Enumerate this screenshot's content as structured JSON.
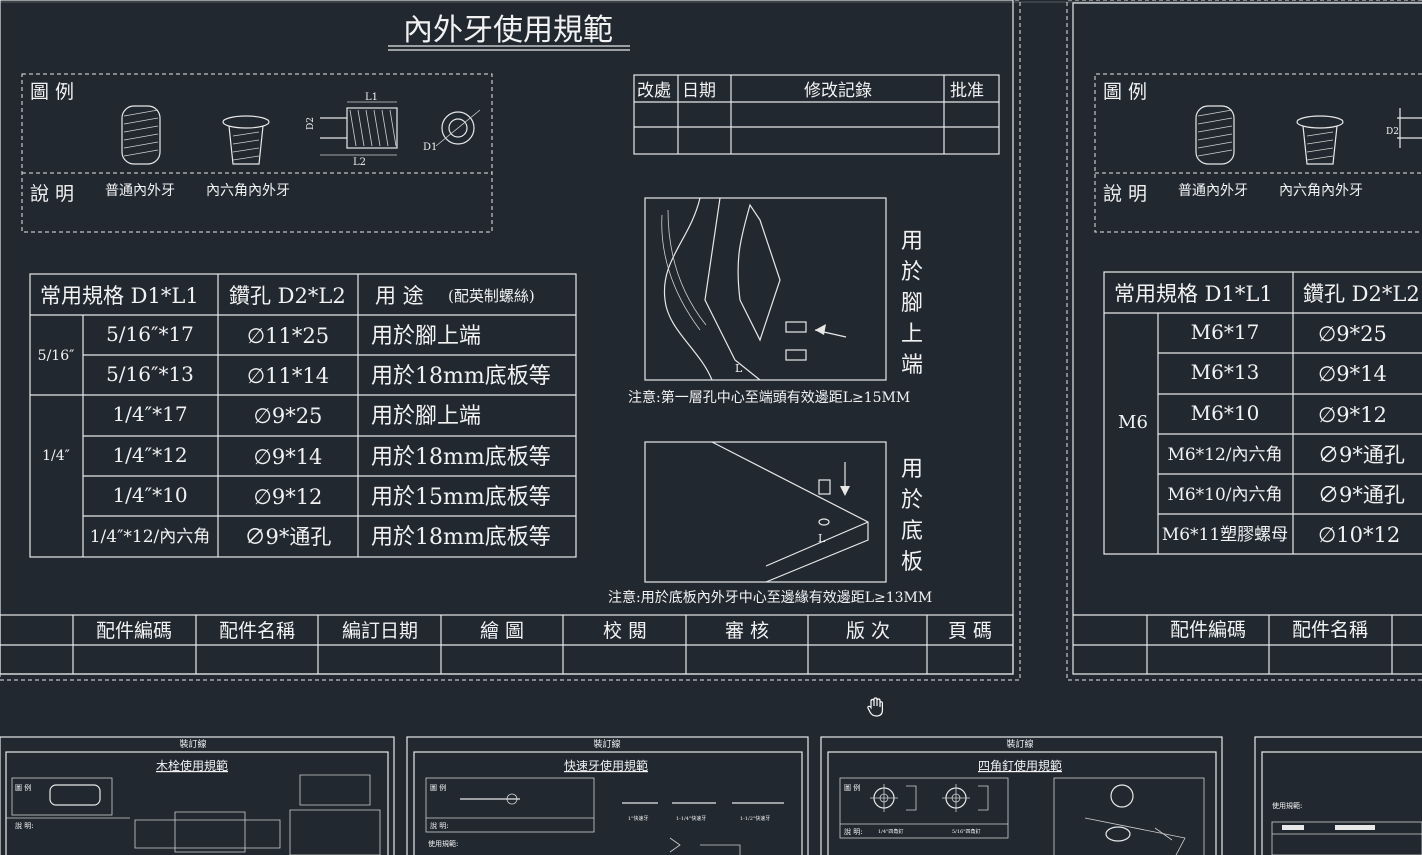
{
  "sheet_main": {
    "title": "內外牙使用規範",
    "legend": {
      "label": "圖  例",
      "desc_label": "說  明",
      "item1": "普通內外牙",
      "item2": "內六角內外牙",
      "dim_l1": "L1",
      "dim_l2": "L2",
      "dim_d1": "D1",
      "dim_d2": "D2"
    },
    "revision_table": {
      "headers": [
        "改處",
        "日期",
        "修改記錄",
        "批准"
      ]
    },
    "spec_table": {
      "headers": [
        "常用規格  D1*L1",
        "鑽孔  D2*L2",
        "用    途"
      ],
      "usage_note": "(配英制螺絲)",
      "group1": "5/16″",
      "group2": "1/4″",
      "rows": [
        {
          "spec": "5/16″*17",
          "drill": "∅11*25",
          "use": "用於腳上端"
        },
        {
          "spec": "5/16″*13",
          "drill": "∅11*14",
          "use": "用於18mm底板等"
        },
        {
          "spec": "1/4″*17",
          "drill": "∅9*25",
          "use": "用於腳上端"
        },
        {
          "spec": "1/4″*12",
          "drill": "∅9*14",
          "use": "用於18mm底板等"
        },
        {
          "spec": "1/4″*10",
          "drill": "∅9*12",
          "use": "用於15mm底板等"
        },
        {
          "spec": "1/4″*12/內六角",
          "drill": "∅9*通孔",
          "use": "用於18mm底板等"
        }
      ]
    },
    "figure_top": {
      "vertical_label": "用於腳上端",
      "note": "注意:第一層孔中心至端頭有效邊距L≥15MM",
      "dim": "L"
    },
    "figure_bottom": {
      "vertical_label": "用於底板",
      "note": "注意:用於底板內外牙中心至邊緣有效邊距L≥13MM",
      "dim": "L"
    },
    "title_block": [
      "配件編碼",
      "配件名稱",
      "編訂日期",
      "繪    圖",
      "校    閱",
      "審    核",
      "版    次",
      "頁  碼"
    ]
  },
  "sheet_right": {
    "legend": {
      "label": "圖  例",
      "desc_label": "說  明",
      "item1": "普通內外牙",
      "item2": "內六角內外牙",
      "dim_d2": "D2"
    },
    "spec_table": {
      "headers": [
        "常用規格  D1*L1",
        "鑽孔  D2*L2"
      ],
      "group": "M6",
      "rows": [
        {
          "spec": "M6*17",
          "drill": "∅9*25"
        },
        {
          "spec": "M6*13",
          "drill": "∅9*14"
        },
        {
          "spec": "M6*10",
          "drill": "∅9*12"
        },
        {
          "spec": "M6*12/內六角",
          "drill": "∅9*通孔"
        },
        {
          "spec": "M6*10/內六角",
          "drill": "∅9*通孔"
        },
        {
          "spec": "M6*11塑膠螺母",
          "drill": "∅10*12"
        }
      ]
    },
    "title_block": [
      "配件編碼",
      "配件名稱"
    ]
  },
  "thumbnails": [
    {
      "binding": "裝訂線",
      "title": "木栓使用規範",
      "legend": "圖 例",
      "desc": "說 明:"
    },
    {
      "binding": "裝訂線",
      "title": "快速牙使用規範",
      "legend": "圖 例",
      "desc": "說 明:",
      "items": [
        "1\"快速牙",
        "1-1/4\"快速牙",
        "1-1/2\"快速牙"
      ],
      "note": "使用規範:"
    },
    {
      "binding": "裝訂線",
      "title": "四角釘使用規範",
      "legend": "圖 例",
      "desc": "說 明:",
      "items": [
        "1/4\"四角釘",
        "5/16\"四角釘"
      ]
    },
    {
      "binding": "",
      "title": "",
      "note": "使用規範:"
    }
  ],
  "colors": {
    "background": "#212830",
    "line": "#e8e8e8"
  },
  "icons": [
    "hand-pan-icon"
  ]
}
